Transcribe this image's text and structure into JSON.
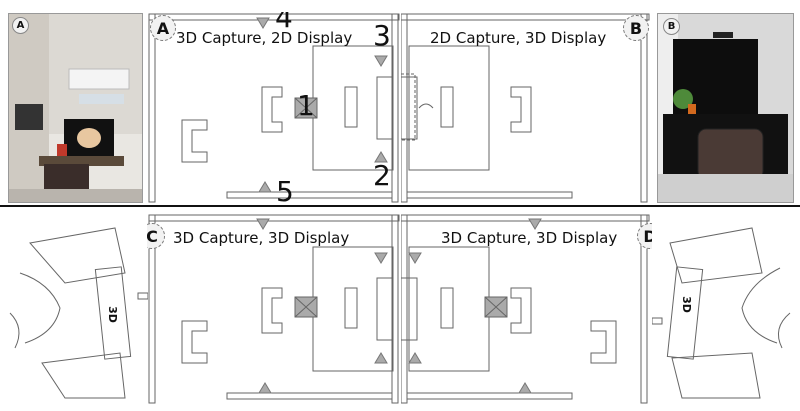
{
  "photos": {
    "a_label": "A",
    "b_label": "B"
  },
  "panels": {
    "a": {
      "badge": "A",
      "title": "3D Capture, 2D Display"
    },
    "b": {
      "badge": "B",
      "title": "2D Capture, 3D Display"
    },
    "c": {
      "badge": "C",
      "title": "3D Capture, 3D Display"
    },
    "d": {
      "badge": "D",
      "title": "3D Capture, 3D Display"
    }
  },
  "callouts": {
    "n1": "1",
    "n2": "2",
    "n3": "3",
    "n4": "4",
    "n5": "5"
  },
  "display_3d_label": "3D",
  "colors": {
    "line": "#666666",
    "camera": "#aaaaaa",
    "accent": "#d2691e"
  }
}
